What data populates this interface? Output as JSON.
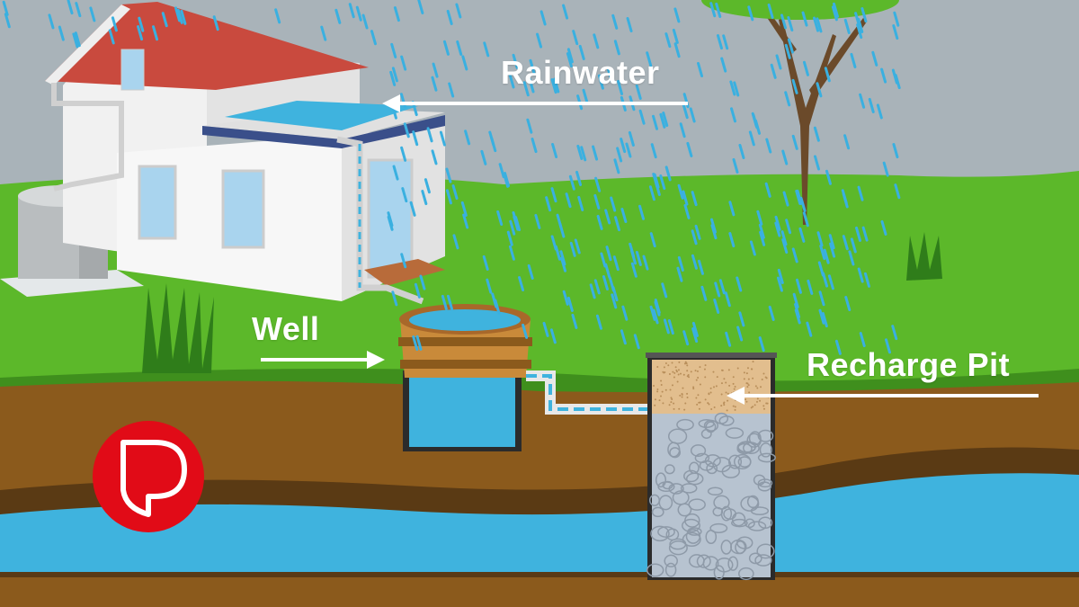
{
  "labels": {
    "rainwater": "Rainwater",
    "well": "Well",
    "recharge_pit": "Recharge Pit"
  },
  "logo": {
    "text": "P",
    "color": "#e10b17"
  },
  "colors": {
    "sky": "#a9b3b9",
    "grass": "#5cb82a",
    "soil": "#8b5a1c",
    "water": "#3fb3de",
    "rain": "#3ab0e0"
  }
}
